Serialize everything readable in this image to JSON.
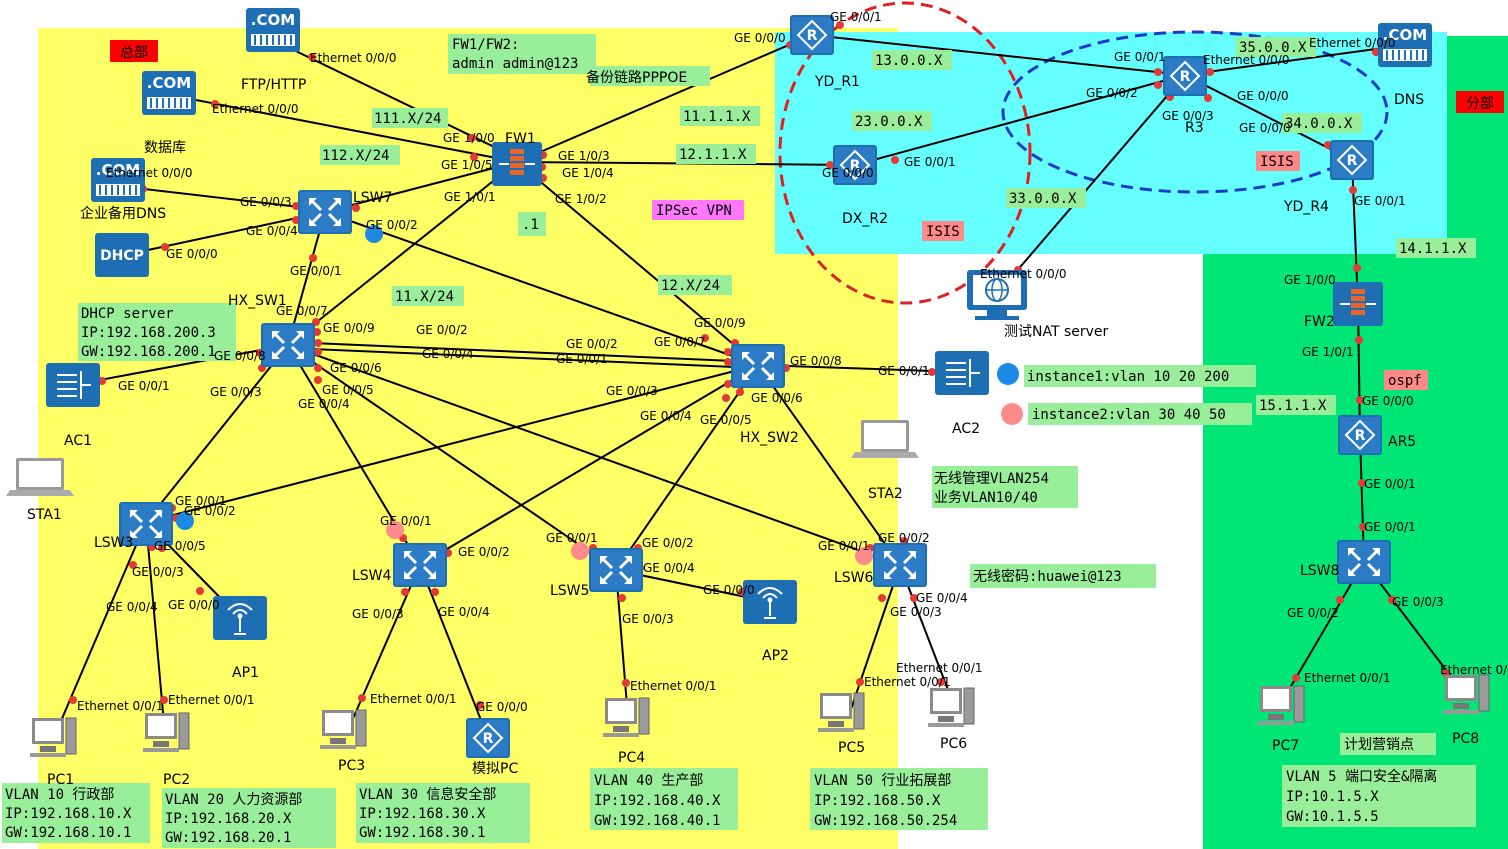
{
  "regions": {
    "hq_label": "总部",
    "branch_label": "分部"
  },
  "devices": {
    "ftp": "FTP/HTTP",
    "db": "数据库",
    "dns_backup": "企业备用DNS",
    "dhcp": "DHCP",
    "fw1": "FW1",
    "lsw7": "LSW7",
    "hx_sw1": "HX_SW1",
    "hx_sw2": "HX_SW2",
    "ac1": "AC1",
    "ac2": "AC2",
    "sta1": "STA1",
    "sta2": "STA2",
    "lsw3": "LSW3",
    "lsw4": "LSW4",
    "lsw5": "LSW5",
    "lsw6": "LSW6",
    "ap1": "AP1",
    "ap2": "AP2",
    "pc1": "PC1",
    "pc2": "PC2",
    "pc3": "PC3",
    "sim_pc": "模拟PC",
    "pc4": "PC4",
    "pc5": "PC5",
    "pc6": "PC6",
    "yd_r1": "YD_R1",
    "dx_r2": "DX_R2",
    "r3": "R3",
    "yd_r4": "YD_R4",
    "dns": "DNS",
    "nat": "测试NAT server",
    "fw2": "FW2",
    "ar5": "AR5",
    "lsw8": "LSW8",
    "pc7": "PC7",
    "pc8": "PC8",
    "plan": "计划营销点",
    "com": ".COM"
  },
  "notes": {
    "fw_l1": "FW1/FW2:",
    "fw_l2": "admin admin@123",
    "pppoe": "备份链路PPPOE",
    "ipsec": "IPSec VPN",
    "isis1": "ISIS",
    "isis2": "ISIS",
    "ospf": "ospf",
    "dhcp_l1": "DHCP server",
    "dhcp_l2": "IP:192.168.200.3",
    "dhcp_l3": "GW:192.168.200.1",
    "inst1": "instance1:vlan 10 20 200",
    "inst2": "instance2:vlan 30 40 50",
    "wl_l1": "无线管理VLAN254",
    "wl_l2": "业务VLAN10/40",
    "wl_pwd": "无线密码:huawei@123",
    "dot1": ".1"
  },
  "subnets": {
    "s111": "111.X/24",
    "s112": "112.X/24",
    "s11": "11.X/24",
    "s12": "12.X/24",
    "s1111": "11.1.1.X",
    "s1211": "12.1.1.X",
    "s13": "13.0.0.X",
    "s23": "23.0.0.X",
    "s33": "33.0.0.X",
    "s35": "35.0.0.X",
    "s34": "34.0.0.X",
    "s14": "14.1.1.X",
    "s15": "15.1.1.X"
  },
  "vlan_boxes": [
    {
      "l1": "VLAN 10 行政部",
      "l2": "IP:192.168.10.X",
      "l3": "GW:192.168.10.1"
    },
    {
      "l1": "VLAN 20 人力资源部",
      "l2": "IP:192.168.20.X",
      "l3": "GW:192.168.20.1"
    },
    {
      "l1": "VLAN 30 信息安全部",
      "l2": "IP:192.168.30.X",
      "l3": "GW:192.168.30.1"
    },
    {
      "l1": "VLAN 40 生产部",
      "l2": "IP:192.168.40.X",
      "l3": "GW:192.168.40.1"
    },
    {
      "l1": "VLAN 50 行业拓展部",
      "l2": "IP:192.168.50.X",
      "l3": "GW:192.168.50.254"
    },
    {
      "l1": "VLAN 5 端口安全&隔离",
      "l2": "IP:10.1.5.X",
      "l3": "GW:10.1.5.5"
    }
  ],
  "ports": {
    "p_ftp": "Ethernet 0/0/0",
    "p_db": "Ethernet 0/0/0",
    "p_dnsb": "Ethernet 0/0/0",
    "p_fw1_100": "GE 1/0/0",
    "p_fw1_105": "GE 1/0/5",
    "p_fw1_103": "GE 1/0/3",
    "p_fw1_104": "GE 1/0/4",
    "p_fw1_101": "GE 1/0/1",
    "p_fw1_102": "GE 1/0/2",
    "p_lsw7_3": "GE 0/0/3",
    "p_lsw7_4": "GE 0/0/4",
    "p_lsw7_2": "GE 0/0/2",
    "p_lsw7_1": "GE 0/0/1",
    "p_dhcp": "GE 0/0/0",
    "p_sw1_7": "GE 0/0/7",
    "p_sw1_9": "GE 0/0/9",
    "p_sw1_2": "GE 0/0/2",
    "p_sw1_4": "GE 0/0/4",
    "p_sw1_8": "GE 0/0/8",
    "p_sw1_6": "GE 0/0/6",
    "p_sw1_5": "GE 0/0/5",
    "p_sw1_3": "GE 0/0/3",
    "p_sw1_4b": "GE 0/0/4",
    "p_ac1": "GE 0/0/1",
    "p_sw2_9": "GE 0/0/9",
    "p_sw2_7": "GE 0/0/7",
    "p_sw2_2": "GE 0/0/2",
    "p_sw2_1": "GE 0/0/1",
    "p_sw2_8": "GE 0/0/8",
    "p_sw2_3": "GE 0/0/3",
    "p_sw2_6": "GE 0/0/6",
    "p_sw2_4": "GE 0/0/4",
    "p_sw2_5": "GE 0/0/5",
    "p_ac2": "GE 0/0/1",
    "p_lsw3_1": "GE 0/0/1",
    "p_lsw3_2": "GE 0/0/2",
    "p_lsw3_5": "GE 0/0/5",
    "p_lsw3_3": "GE 0/0/3",
    "p_lsw3_4": "GE 0/0/4",
    "p_lsw3_0": "GE 0/0/0",
    "p_pc1": "Ethernet 0/0/1",
    "p_pc2": "Ethernet 0/0/1",
    "p_lsw4_1": "GE 0/0/1",
    "p_lsw4_2": "GE 0/0/2",
    "p_lsw4_3": "GE 0/0/3",
    "p_lsw4_4": "GE 0/0/4",
    "p_pc3": "Ethernet 0/0/1",
    "p_sim": "GE 0/0/0",
    "p_lsw5_1": "GE 0/0/1",
    "p_lsw5_2": "GE 0/0/2",
    "p_lsw5_4": "GE 0/0/4",
    "p_lsw5_0": "GE 0/0/0",
    "p_lsw5_3": "GE 0/0/3",
    "p_pc4": "Ethernet 0/0/1",
    "p_lsw6_1": "GE 0/0/1",
    "p_lsw6_2": "GE 0/0/2",
    "p_lsw6_4": "GE 0/0/4",
    "p_lsw6_3": "GE 0/0/3",
    "p_pc5": "Ethernet 0/0/1",
    "p_pc6": "Ethernet 0/0/1",
    "p_r1_0": "GE 0/0/0",
    "p_r1_1": "GE 0/0/1",
    "p_r2_0": "GE 0/0/0",
    "p_r2_1": "GE 0/0/1",
    "p_r3_1": "GE 0/0/1",
    "p_r3_2": "GE 0/0/2",
    "p_r3_3": "GE 0/0/3",
    "p_r3_0": "GE 0/0/0",
    "p_r3_eth": "Ethernet 0/0/0",
    "p_r4_0": "GE 0/0/0",
    "p_r4_1": "GE 0/0/1",
    "p_dns": "Ethernet 0/0/0",
    "p_nat": "Ethernet 0/0/0",
    "p_fw2_100": "GE 1/0/0",
    "p_fw2_101": "GE 1/0/1",
    "p_ar5_0": "GE 0/0/0",
    "p_ar5_1": "GE 0/0/1",
    "p_lsw8_1": "GE 0/0/1",
    "p_lsw8_2": "GE 0/0/2",
    "p_lsw8_3": "GE 0/0/3",
    "p_pc7": "Ethernet 0/0/1",
    "p_pc8": "Ethernet 0/"
  },
  "colors": {
    "hq_bg": "#ffff66",
    "isp_bg": "#66ffff",
    "branch_bg": "#00e676",
    "note_bg": "#99ee99",
    "red_tag": "#ff0000",
    "pink_tag": "#ff77ff",
    "salmon_tag": "#ff8888",
    "device_blue": "#1e6eb4",
    "link": "#000000",
    "port_dot": "#e53935"
  }
}
